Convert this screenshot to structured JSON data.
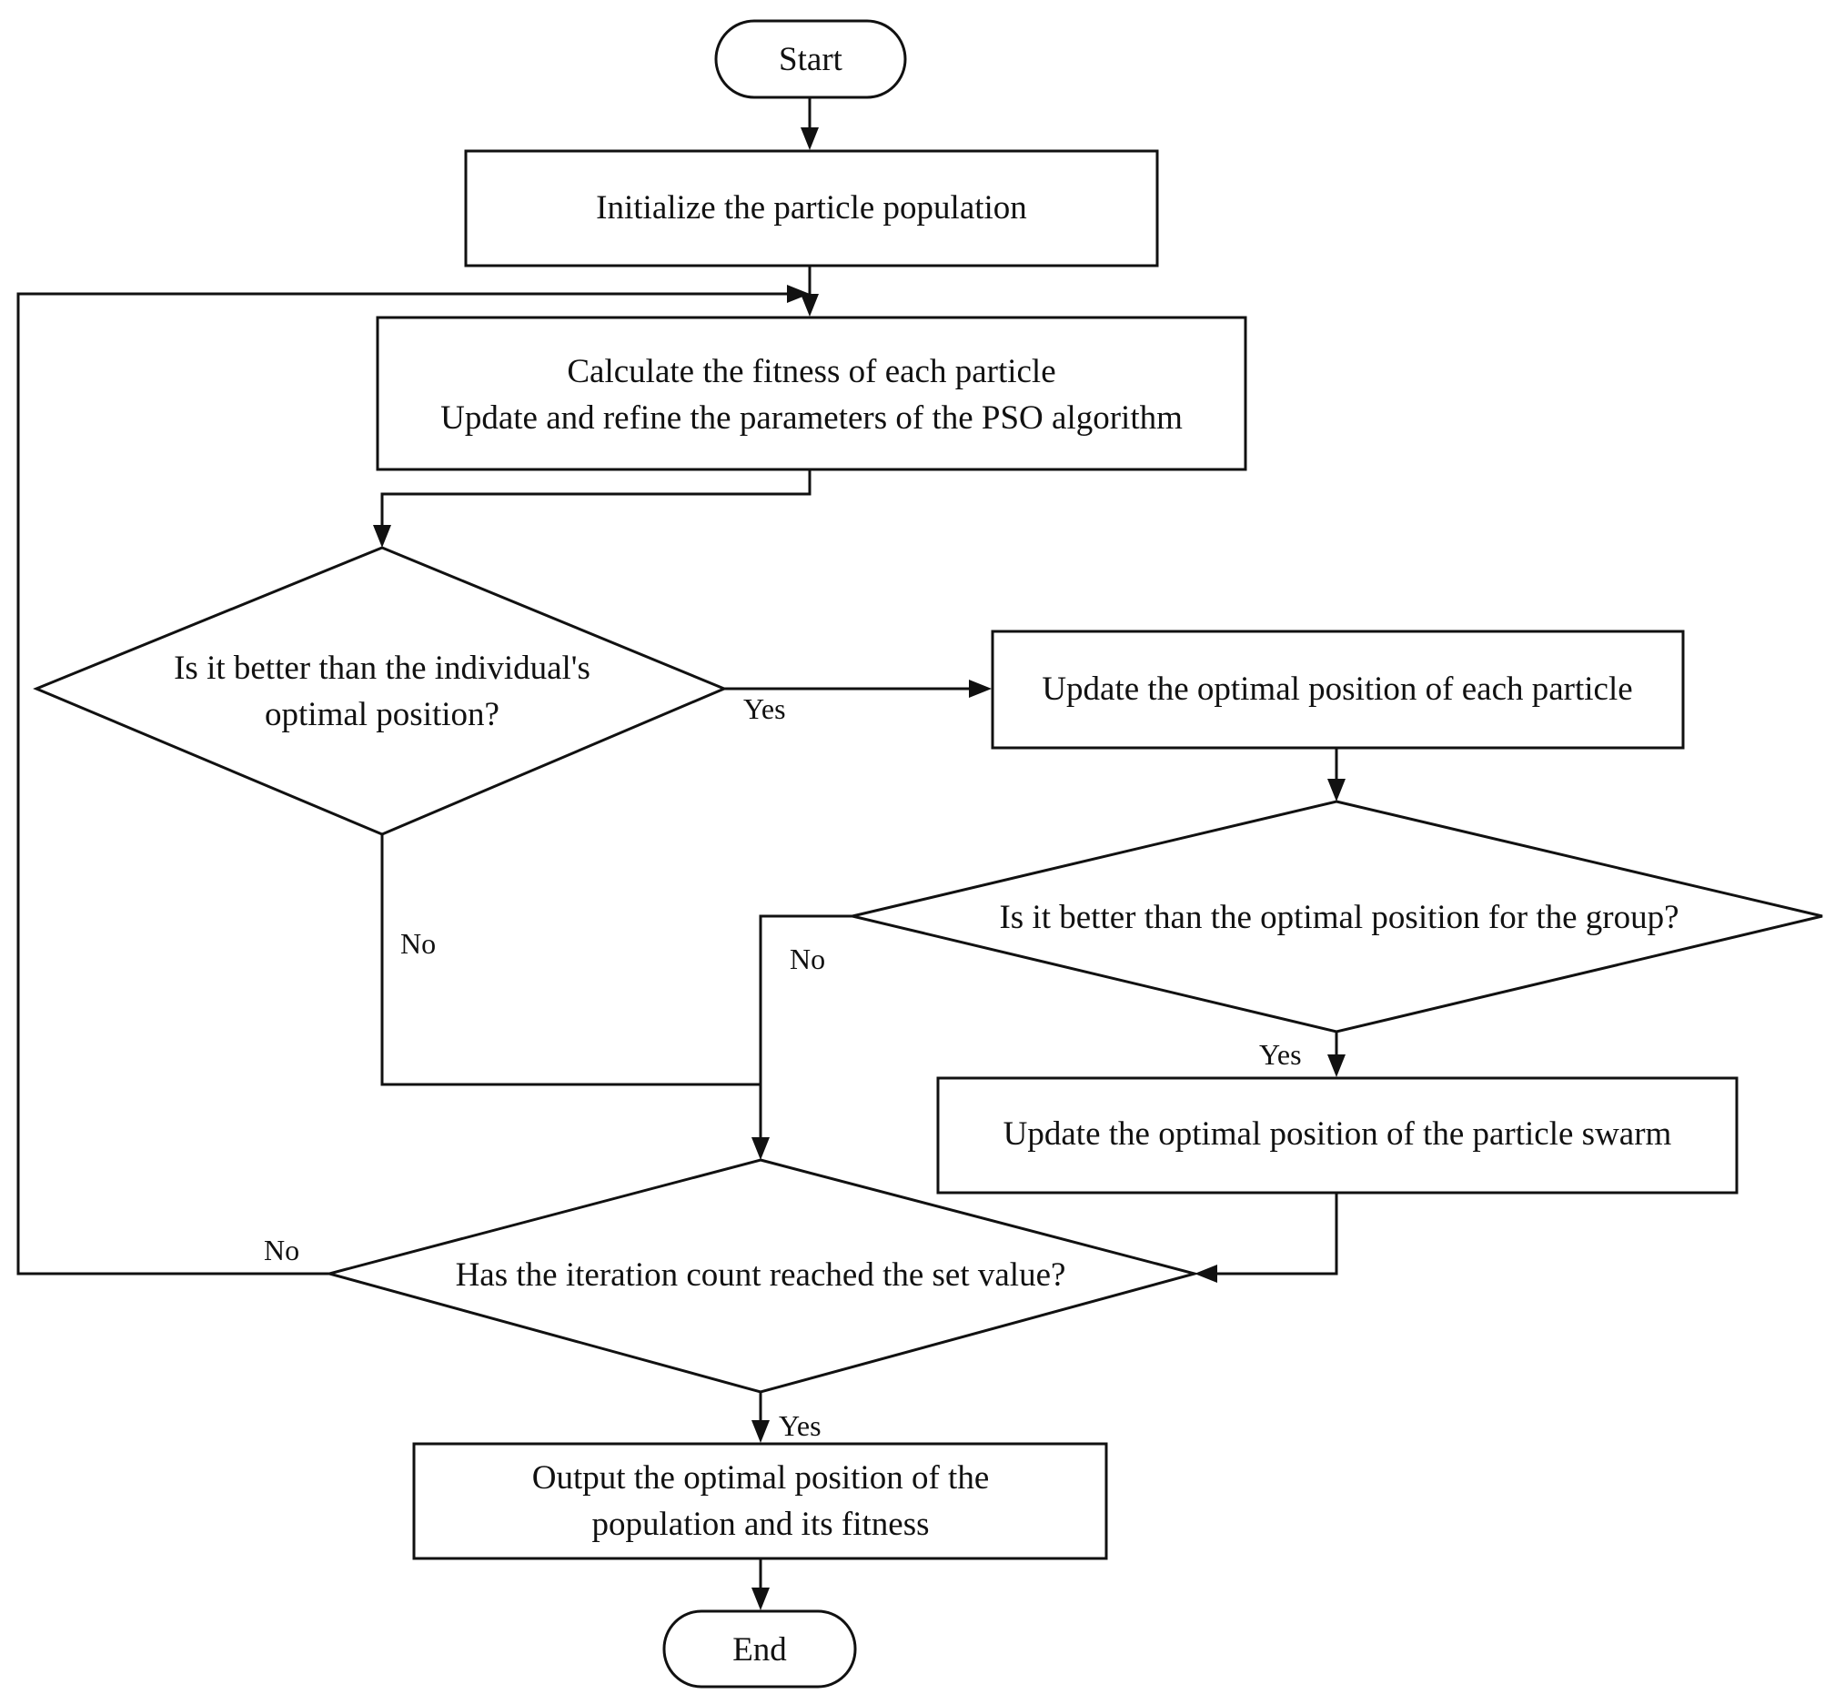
{
  "flowchart": {
    "start": "Start",
    "init": "Initialize the particle population",
    "calc": {
      "line1": "Calculate the fitness of each particle",
      "line2": "Update and refine the parameters of the PSO algorithm"
    },
    "decision_individual": {
      "line1": "Is it better than the individual's",
      "line2": "optimal position?"
    },
    "update_particle": "Update the optimal position of each particle",
    "decision_group": "Is it better than the optimal position for the group?",
    "update_swarm": "Update the optimal position of the particle swarm",
    "decision_iteration": "Has the iteration count reached the set value?",
    "output": {
      "line1": "Output the optimal position of the",
      "line2": "population and its fitness"
    },
    "end": "End"
  },
  "edge_labels": {
    "individual_yes": "Yes",
    "individual_no": "No",
    "group_no": "No",
    "group_yes": "Yes",
    "iteration_no": "No",
    "iteration_yes": "Yes"
  }
}
